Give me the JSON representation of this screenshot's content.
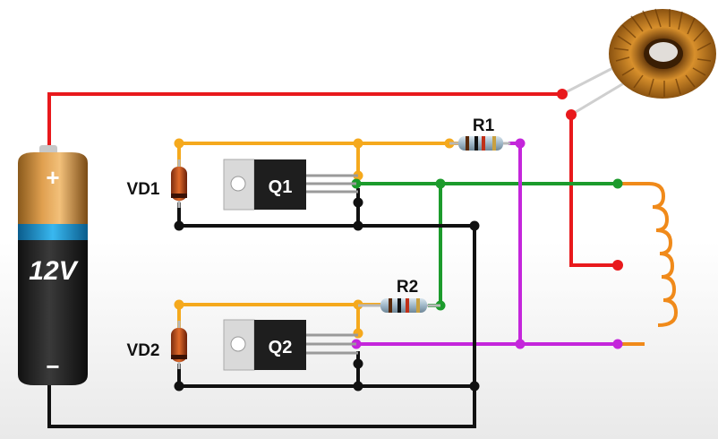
{
  "battery": {
    "voltage_label": "12V",
    "plus_symbol": "+",
    "minus_symbol": "−"
  },
  "components": {
    "r1_label": "R1",
    "r2_label": "R2",
    "vd1_label": "VD1",
    "vd2_label": "VD2",
    "q1_label": "Q1",
    "q2_label": "Q2"
  },
  "colors": {
    "red_wire": "#e8191c",
    "orange_wire": "#f5a91d",
    "green_wire": "#1c9b2c",
    "magenta_wire": "#c426db",
    "black_wire": "#111111",
    "coil_wire": "#f08a1a"
  }
}
